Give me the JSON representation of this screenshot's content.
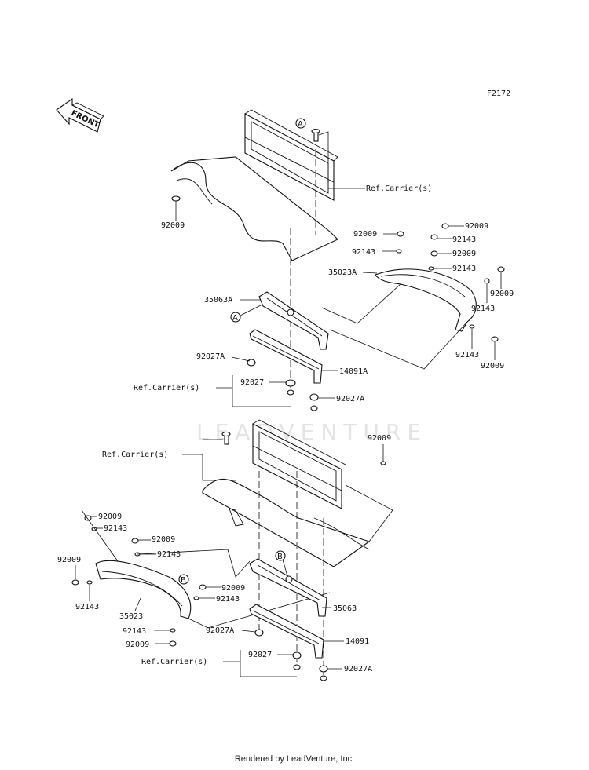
{
  "diagram_code": "F2172",
  "front_label": "FRONT",
  "watermark": "LEADVENTURE",
  "footer": "Rendered by LeadVenture, Inc.",
  "markers": {
    "a": "A",
    "b": "B"
  },
  "labels": {
    "l_92009_top_left": "92009",
    "l_ref_top": "Ref.Carrier(s)",
    "l_92009_r1": "92009",
    "l_92009_r2": "92009",
    "l_92143_r1": "92143",
    "l_92143_r2": "92143",
    "l_92009_r3": "92009",
    "l_92143_r3": "92143",
    "l_35023A": "35023A",
    "l_92009_r4": "92009",
    "l_92143_r4": "92143",
    "l_92143_r5": "92143",
    "l_92009_r5": "92009",
    "l_35063A": "35063A",
    "l_92027A_1": "92027A",
    "l_14091A": "14091A",
    "l_92027_1": "92027",
    "l_ref_mid": "Ref.Carrier(s)",
    "l_92027A_2": "92027A",
    "l_ref_low": "Ref.Carrier(s)",
    "l_92009_low_r": "92009",
    "l_92009_b1": "92009",
    "l_92143_b1": "92143",
    "l_92009_b2": "92009",
    "l_92143_b2": "92143",
    "l_92009_b3": "92009",
    "l_92143_b3": "92143",
    "l_35023": "35023",
    "l_92009_b4": "92009",
    "l_92143_b4": "92143",
    "l_35063": "35063",
    "l_92143_b5": "92143",
    "l_92009_b5": "92009",
    "l_92027A_3": "92027A",
    "l_14091": "14091",
    "l_92027_2": "92027",
    "l_ref_bottom": "Ref.Carrier(s)",
    "l_92027A_4": "92027A"
  }
}
